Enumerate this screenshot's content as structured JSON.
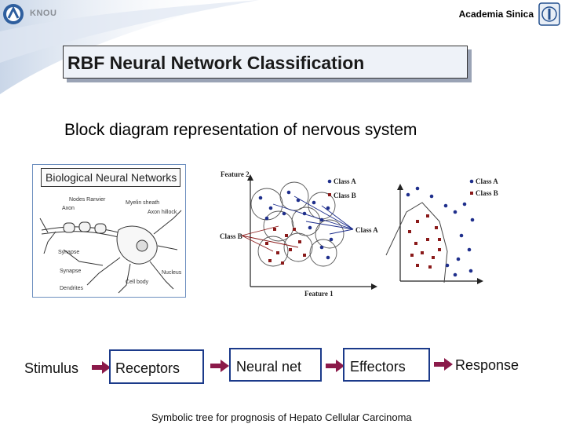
{
  "header": {
    "left_logo_text": "KNOU",
    "right_logo_text": "Academia Sinica"
  },
  "title": "RBF Neural Network Classification",
  "subtitle": "Block diagram representation of nervous system",
  "biological_figure": {
    "title": "Biological Neural Networks",
    "labels": {
      "nodes_ranvier": "Nodes Ranvier",
      "myelin_sheath": "Myelin sheath",
      "axon": "Axon",
      "axon_hillock": "Axon hillock",
      "synapse_1": "Synapse",
      "synapse_2": "Synapse",
      "nucleus": "Nucleus",
      "cell_body": "Cell body",
      "dendrites": "Dendrites"
    }
  },
  "classification_figure": {
    "feature2": "Feature 2",
    "feature1": "Feature 1",
    "class_b_side": "Class B",
    "class_a_arrow": "Class A",
    "legend_left": {
      "a": "Class A",
      "b": "Class B"
    },
    "legend_right": {
      "a": "Class A",
      "b": "Class B"
    },
    "colors": {
      "class_a": "#1f2f8c",
      "class_b": "#8a1a1a"
    }
  },
  "flow": {
    "stimulus": "Stimulus",
    "receptors": "Receptors",
    "neural_net": "Neural net",
    "effectors": "Effectors",
    "response": "Response",
    "arrow_color": "#8b1a4a",
    "box_border": "#1b3a8a"
  },
  "footer": "Symbolic tree for prognosis of Hepato Cellular Carcinoma"
}
